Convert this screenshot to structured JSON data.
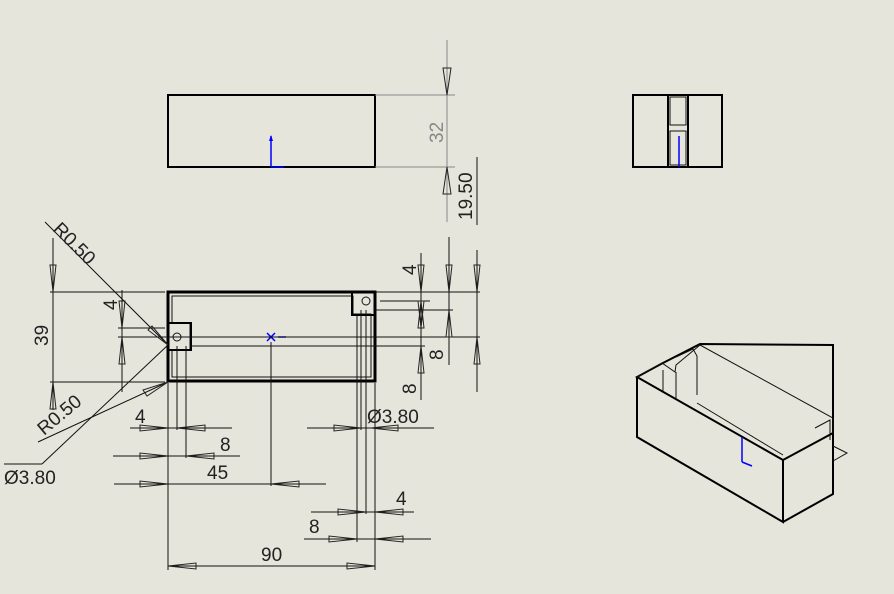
{
  "drawing": {
    "top_view": {
      "dims": {
        "height": "32",
        "offset": "19.50"
      }
    },
    "side_view": {},
    "plan_view": {
      "dims": {
        "radius_top": "R0.50",
        "overall_height": "39",
        "left_notch_offset": "4",
        "right_notch_top": "4",
        "right_notch_height": "8",
        "right_hole_y": "8",
        "radius_bottom": "R0.50",
        "hole_dia_left": "Ø3.80",
        "left_hole_x": "4",
        "left_notch_width": "8",
        "center_x": "45",
        "hole_dia_right": "Ø3.80",
        "right_hole_x": "4",
        "right_notch_width": "8",
        "overall_width": "90"
      }
    },
    "iso_view": {},
    "colors": {
      "background": "#e6e5db",
      "origin": "#0000ff"
    }
  }
}
